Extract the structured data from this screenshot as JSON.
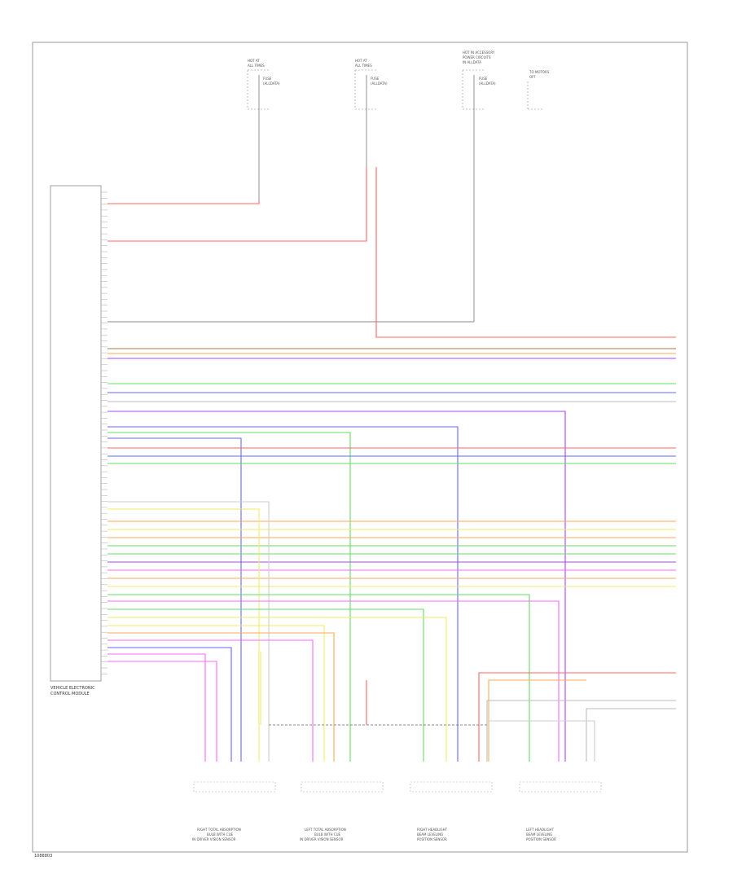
{
  "fuse_blocks": [
    {
      "title": [
        "HOT AT",
        "ALL TIMES"
      ],
      "fuse": [
        "FUSE",
        "(ALLDATA)"
      ]
    },
    {
      "title": [
        "HOT AT",
        "ALL TIMES"
      ],
      "fuse": [
        "FUSE",
        "(ALLDATA)"
      ]
    },
    {
      "title": [
        "HOT IN ACCESSORY",
        "POWER CIRCUITS",
        "IN ALLDATA"
      ],
      "fuse": [
        "FUSE",
        "(ALLDATA)"
      ]
    },
    {
      "title": [
        "TO MOTORS",
        "OFF"
      ],
      "fuse": []
    }
  ],
  "module_label": [
    "VEHICLE ELECTRONIC",
    "CONTROL MODULE"
  ],
  "sensors": [
    {
      "name": [
        "RIGHT TOTAL ABSORPTION",
        "BULB WITH CUE",
        "IN DRIVER VISION SENSOR"
      ]
    },
    {
      "name": [
        "LEFT TOTAL ABSORPTION",
        "BULB WITH CUE",
        "IN DRIVER VISION SENSOR"
      ]
    },
    {
      "name": [
        "RIGHT HEADLIGHT",
        "BEAM LEVELING",
        "POSITION SENSOR"
      ]
    },
    {
      "name": [
        "LEFT HEADLIGHT",
        "BEAM LEVELING",
        "POSITION SENSOR"
      ]
    }
  ],
  "footer_code": "1088803",
  "colors": {
    "red": "#ff6666",
    "green": "#66dd66",
    "blue": "#6666ff",
    "violet": "#aa44ff",
    "pink": "#ff66ff",
    "orange": "#ffaa55",
    "yellow": "#eeee66",
    "gray": "#888888",
    "brown": "#aa7744",
    "black": "#222222"
  }
}
